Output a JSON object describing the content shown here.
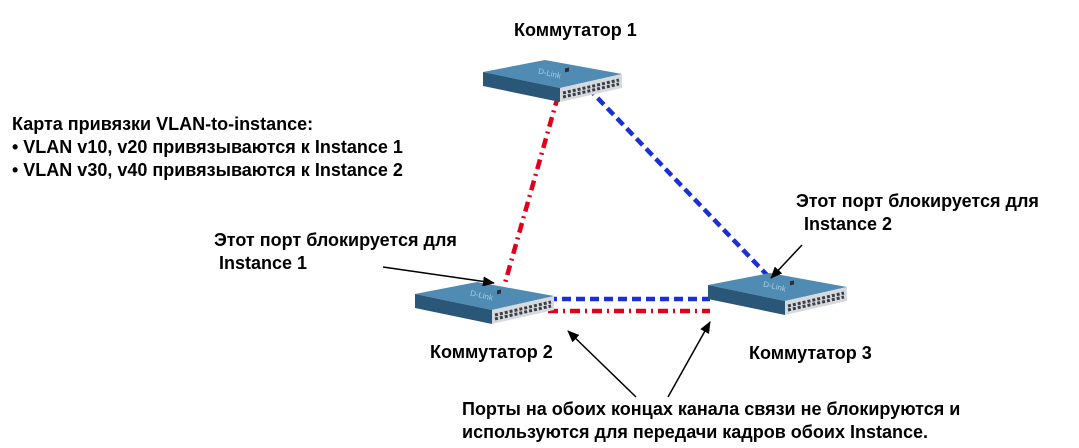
{
  "switches": {
    "s1": {
      "label": "Коммутатор 1",
      "brand": "D-Link"
    },
    "s2": {
      "label": "Коммутатор 2",
      "brand": "D-Link"
    },
    "s3": {
      "label": "Коммутатор 3",
      "brand": "D-Link"
    }
  },
  "legend": {
    "title": "Карта привязки VLAN-to-instance:",
    "items": [
      "• VLAN v10, v20 привязываются к Instance 1",
      "• VLAN v30, v40 привязываются к Instance 2"
    ]
  },
  "annotations": {
    "blocked_instance1": {
      "line1": "Этот порт блокируется для",
      "line2": "Instance 1"
    },
    "blocked_instance2": {
      "line1": "Этот порт блокируется для",
      "line2": "Instance 2"
    },
    "not_blocked": {
      "line1": "Порты на обоих концах канала связи не блокируются и",
      "line2": "используются для передачи кадров обоих Instance."
    }
  },
  "links": [
    {
      "from": "Коммутатор 1",
      "to": "Коммутатор 2",
      "instance": "Instance 1",
      "color": "#e0001a",
      "style": "dash-dot"
    },
    {
      "from": "Коммутатор 1",
      "to": "Коммутатор 3",
      "instance": "Instance 2",
      "color": "#1a2fd6",
      "style": "dashed"
    },
    {
      "from": "Коммутатор 2",
      "to": "Коммутатор 3",
      "instance": "Instance 2",
      "color": "#1a2fd6",
      "style": "dashed"
    },
    {
      "from": "Коммутатор 2",
      "to": "Коммутатор 3",
      "instance": "Instance 1",
      "color": "#e0001a",
      "style": "dash-dot"
    }
  ],
  "colors": {
    "switch_top": "#4a86ad",
    "switch_body": "#2e5f82",
    "switch_front": "#d9dde1"
  }
}
